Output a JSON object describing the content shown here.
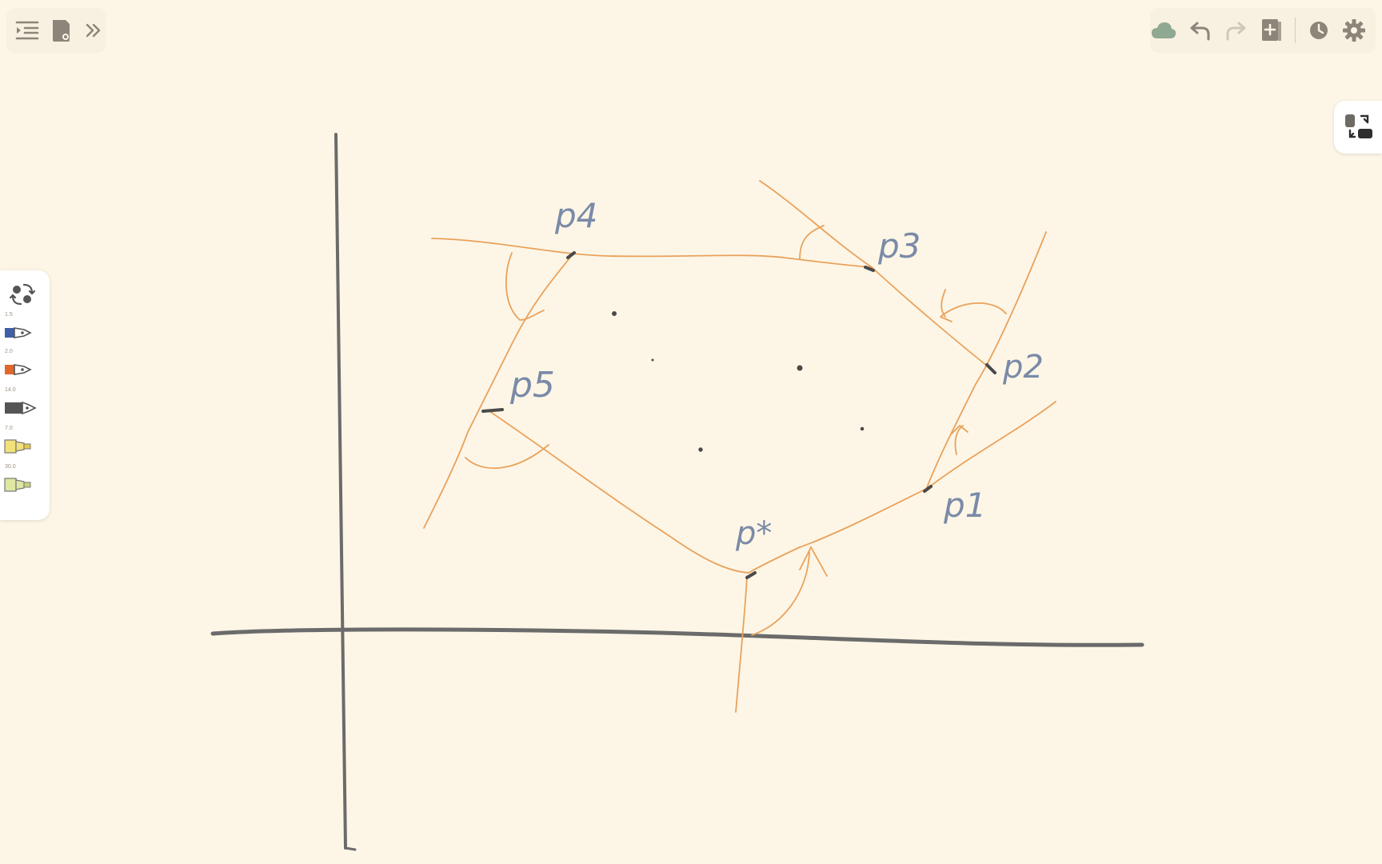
{
  "app": {
    "toolbar_left": {
      "icons": [
        "outline-list-icon",
        "document-icon",
        "expand-chevrons-icon"
      ]
    },
    "toolbar_right": {
      "icons": [
        "cloud-sync-icon",
        "undo-icon",
        "redo-icon",
        "add-page-icon",
        "history-clock-icon",
        "settings-gear-icon"
      ]
    },
    "layout_toggle": {
      "icon": "swap-layout-icon"
    },
    "tools": [
      {
        "name": "fountain-pen",
        "size": "1.5",
        "color": "#3f5fa8"
      },
      {
        "name": "fountain-pen",
        "size": "2.0",
        "color": "#e0682a"
      },
      {
        "name": "fountain-pen",
        "size": "14.0",
        "color": "#555555"
      },
      {
        "name": "highlighter",
        "size": "7.0",
        "color": "#f2e07a"
      },
      {
        "name": "highlighter",
        "size": "30.0",
        "color": "#dfe7a3"
      }
    ],
    "colors": {
      "background": "#fdf6e6",
      "ink_axes": "#6b6b6b",
      "ink_orange": "#e9a25c",
      "ink_labels": "#7a8aa8"
    }
  },
  "drawing": {
    "labels": {
      "p4": "p4",
      "p3": "p3",
      "p2": "p2",
      "p1": "p1",
      "p5": "p5",
      "pstar": "p*"
    }
  }
}
